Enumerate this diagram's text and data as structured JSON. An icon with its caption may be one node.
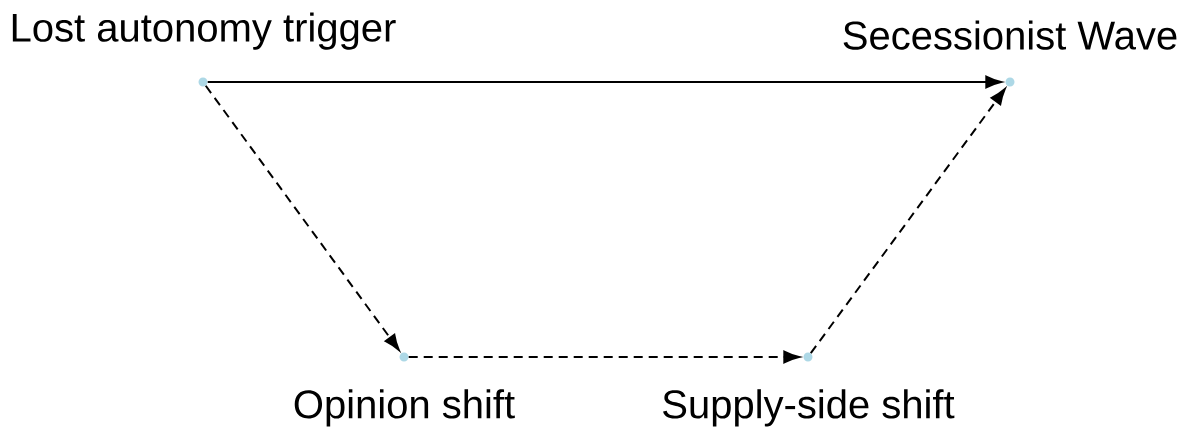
{
  "diagram": {
    "nodes": [
      {
        "text": [
          "Lost autonomy trigger"
        ]
      },
      {
        "text": [
          "Secessionist Wave"
        ]
      },
      {
        "text": [
          "Opinion shift"
        ]
      },
      {
        "text": [
          "Supply-side shift"
        ]
      }
    ],
    "edges": [
      {
        "from": 0,
        "to": 1,
        "arrow": "to"
      },
      {
        "from": 0,
        "to": 2,
        "arrow": "to",
        "style": "dashed"
      },
      {
        "from": 2,
        "to": 3,
        "arrow": "to",
        "style": "dashed"
      },
      {
        "from": 3,
        "to": 1,
        "arrow": "to",
        "style": "dashed"
      }
    ]
  }
}
